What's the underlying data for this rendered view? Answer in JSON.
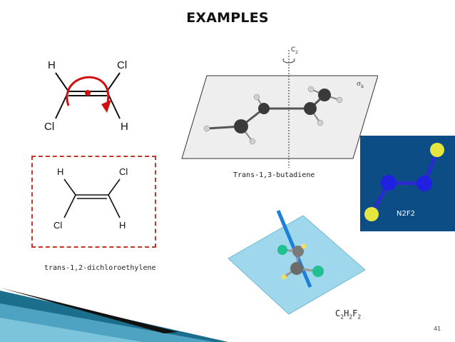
{
  "slide": {
    "title": "EXAMPLES",
    "page_number": "41"
  },
  "top_left_molecule": {
    "atoms": {
      "tl": "H",
      "tr": "Cl",
      "bl": "Cl",
      "br": "H"
    }
  },
  "boxed_molecule": {
    "atoms": {
      "tl": "H",
      "tr": "Cl",
      "bl": "Cl",
      "br": "H"
    },
    "caption": "trans-1,2-dichloroethylene"
  },
  "butadiene": {
    "caption": "Trans-1,3-butadiene",
    "axis_label": "C",
    "axis_sub": "2",
    "plane_label": "σ",
    "plane_sub": "h"
  },
  "n2f2": {
    "label": "N2F2"
  },
  "c2h2f2": {
    "formula_parts": [
      "C",
      "2",
      "H",
      "2",
      "F",
      "2"
    ]
  },
  "colors": {
    "accent_red": "#c0392b",
    "panel_blue": "#0d4d86",
    "plane_cyan": "#9fd8ec",
    "teal_wave": "#1c6f8c"
  }
}
